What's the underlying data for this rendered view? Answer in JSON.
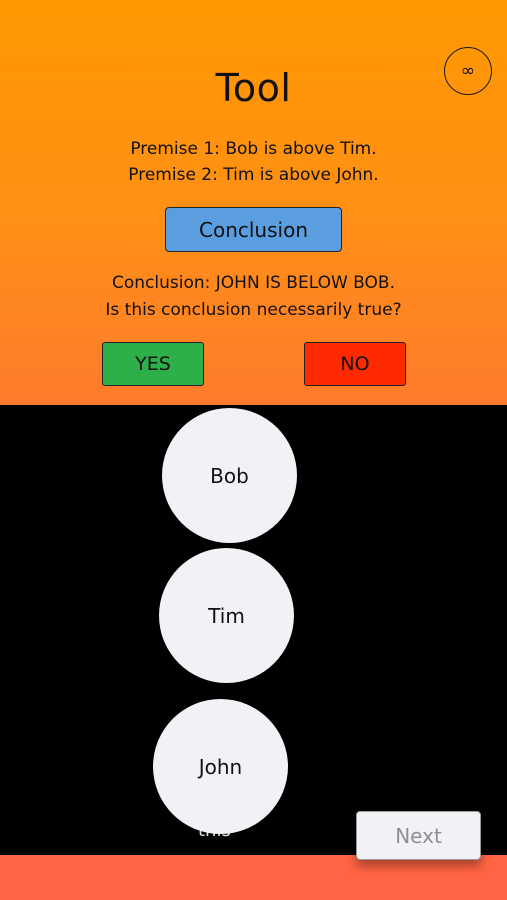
{
  "header": {
    "title": "Tool",
    "infinity_label": "∞"
  },
  "premises": [
    "Premise 1: Bob is above Tim.",
    "Premise 2: Tim is above John."
  ],
  "conclusion_button_label": "Conclusion",
  "conclusion": {
    "statement": "Conclusion: JOHN IS BELOW BOB.",
    "question": "Is this conclusion necessarily true?"
  },
  "answers": {
    "yes_label": "YES",
    "no_label": "NO"
  },
  "people": [
    "Bob",
    "Tim",
    "John"
  ],
  "partial_text": "this",
  "footer": {
    "next_label": "Next"
  },
  "colors": {
    "gradient_top": "#ff9800",
    "gradient_bottom": "#ff7a2d",
    "conclusion_button": "#5b9ee0",
    "yes_button": "#2db04a",
    "no_button": "#ff2a00",
    "bottom_bar": "#ff6443",
    "circle": "#f1f1f6"
  }
}
